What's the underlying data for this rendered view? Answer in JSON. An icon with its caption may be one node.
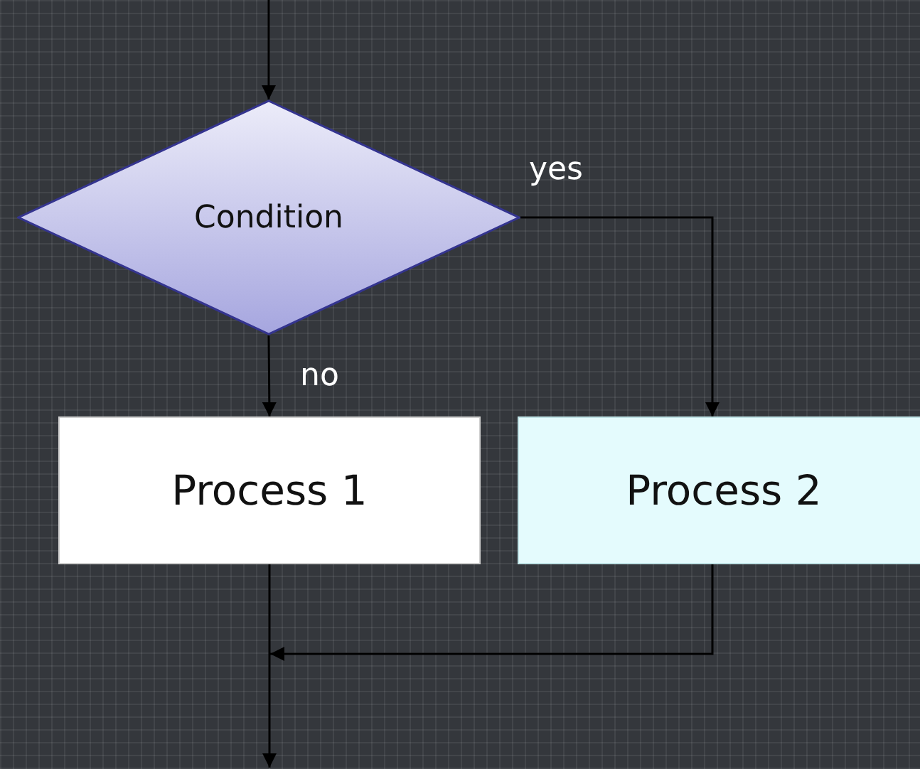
{
  "diagram": {
    "nodes": [
      {
        "text": [
          "Condition"
        ]
      },
      {
        "text": [
          "Process 1"
        ]
      },
      {
        "text": [
          "Process 2"
        ]
      }
    ],
    "edges": [
      {
        "from": null,
        "to": 0,
        "arrow": "to"
      },
      {
        "from": 0,
        "to": 1,
        "arrow": "to",
        "label": "no"
      },
      {
        "from": 0,
        "to": 2,
        "arrow": "to",
        "label": "yes"
      },
      {
        "from": 1,
        "to": null,
        "arrow": "to"
      },
      {
        "from": 2,
        "to": null,
        "arrow": "to"
      }
    ]
  }
}
